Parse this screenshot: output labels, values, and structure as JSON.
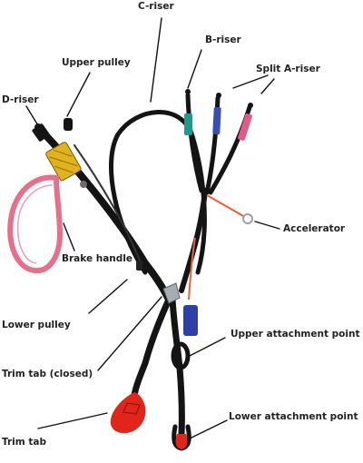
{
  "labels": {
    "c_riser": "C-riser",
    "b_riser": "B-riser",
    "split_a_riser": "Split A-riser",
    "upper_pulley": "Upper pulley",
    "d_riser": "D-riser",
    "accelerator": "Accelerator",
    "brake_handle": "Brake handle",
    "lower_pulley": "Lower pulley",
    "upper_attachment_point": "Upper attachment point",
    "trim_tab_closed": "Trim tab (closed)",
    "lower_attachment_point": "Lower attachment point",
    "trim_tab": "Trim tab"
  },
  "colors": {
    "webbing": "#141414",
    "brake_line": "#e86f8c",
    "trim_tab": "#e0251b",
    "accelerator_line": "#e8603a",
    "b_riser_mark": "#1e9a8c",
    "a_riser_mark_blue": "#3a4db3",
    "a_riser_mark_pink": "#e05a8a",
    "brake_holder": "#e0b21b",
    "blue_sleeve": "#2f3fa6",
    "leader_line": "#111111"
  }
}
